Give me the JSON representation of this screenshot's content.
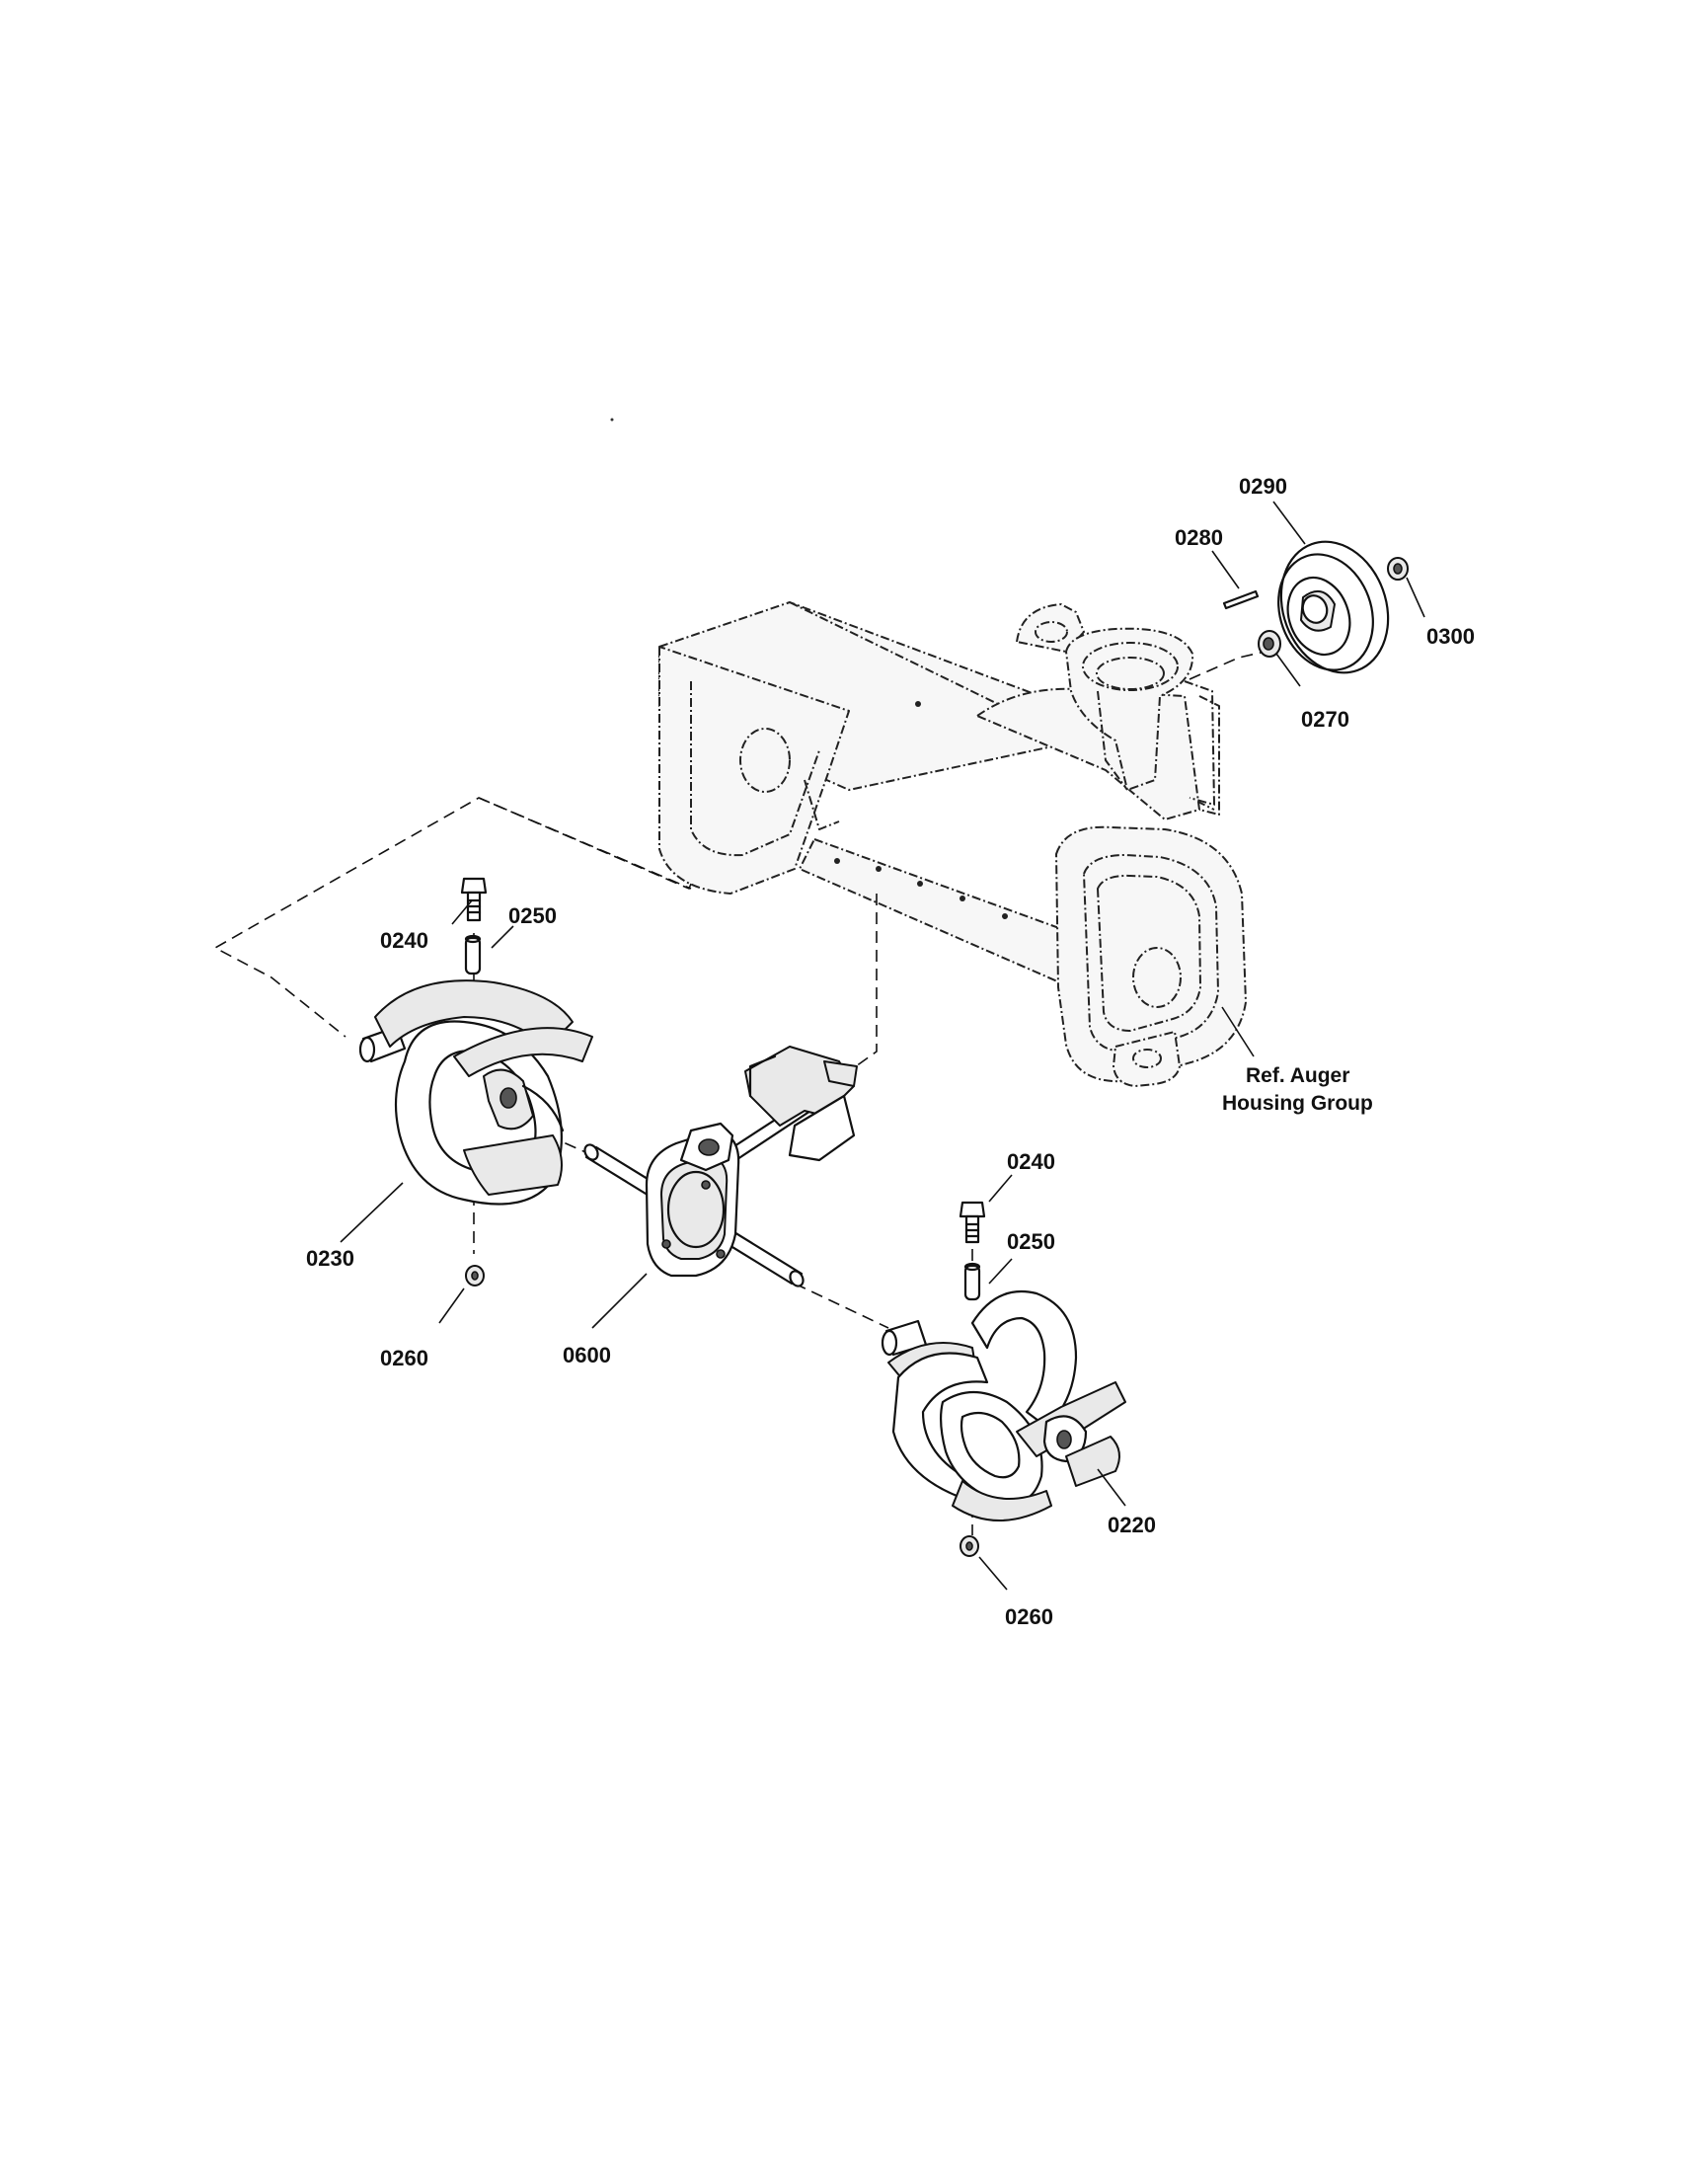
{
  "diagram": {
    "reference_label_line1": "Ref. Auger",
    "reference_label_line2": "Housing Group",
    "callouts": {
      "c0290": "0290",
      "c0280": "0280",
      "c0300": "0300",
      "c0270": "0270",
      "c0240_left": "0240",
      "c0250_left": "0250",
      "c0230": "0230",
      "c0260_left": "0260",
      "c0600": "0600",
      "c0240_right": "0240",
      "c0250_right": "0250",
      "c0220": "0220",
      "c0260_right": "0260"
    }
  }
}
